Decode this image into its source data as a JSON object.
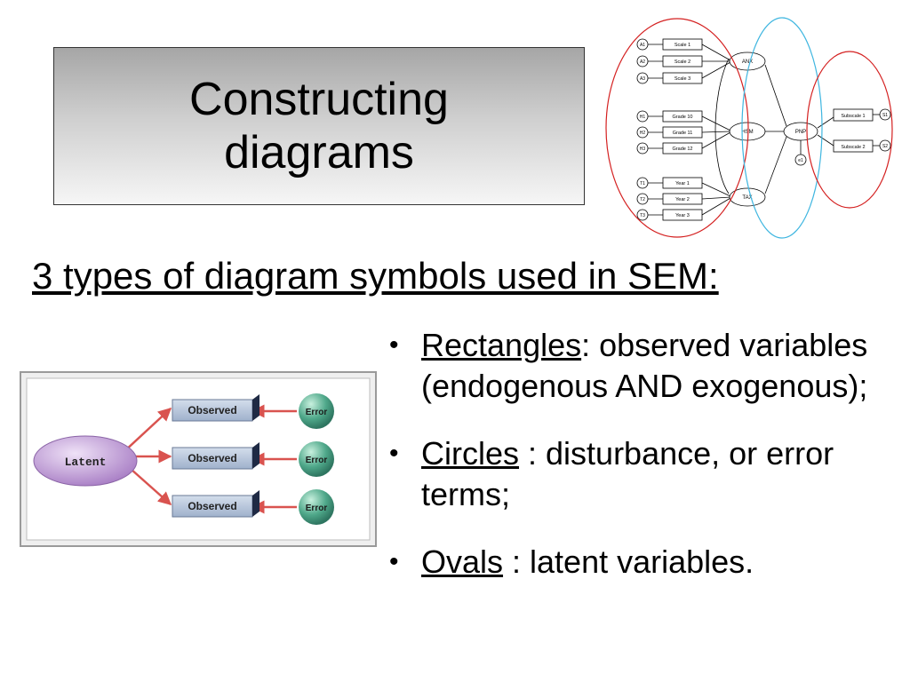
{
  "slide": {
    "title": "Constructing diagrams",
    "subtitle": "3 types of diagram symbols used in SEM:"
  },
  "bullets": [
    {
      "term": "Rectangles",
      "rest": ": observed variables (endogenous AND exogenous);"
    },
    {
      "term": "Circles",
      "rest": " : disturbance, or error terms;"
    },
    {
      "term": "Ovals",
      "rest": " : latent variables."
    }
  ],
  "legend_figure": {
    "latent": "Latent",
    "observed": [
      "Observed",
      "Observed",
      "Observed"
    ],
    "error": [
      "Error",
      "Error",
      "Error"
    ]
  },
  "sem_figure": {
    "indicators": {
      "A": [
        "A1",
        "A2",
        "A3"
      ],
      "H": [
        "H1",
        "H2",
        "H3"
      ],
      "T": [
        "T1",
        "T2",
        "T3"
      ]
    },
    "scales": [
      "Scale 1",
      "Scale 2",
      "Scale 3"
    ],
    "grades": [
      "Grade 10",
      "Grade 11",
      "Grade 12"
    ],
    "years": [
      "Year 1",
      "Year 2",
      "Year 3"
    ],
    "latents": [
      "ANX",
      "HSM",
      "TAX",
      "PNP"
    ],
    "subscales": [
      "Subscale 1",
      "Subscale 2"
    ],
    "subscale_errors": [
      "S1",
      "S2"
    ],
    "disturbance": "e1"
  },
  "colors": {
    "red_ellipse": "#d42020",
    "cyan_ellipse": "#3fb6e0",
    "oval_fill": "#c8a6dc",
    "box_fill": "#b8c6da",
    "circle_fill": "#4fa88a",
    "arrow": "#d9534f"
  }
}
